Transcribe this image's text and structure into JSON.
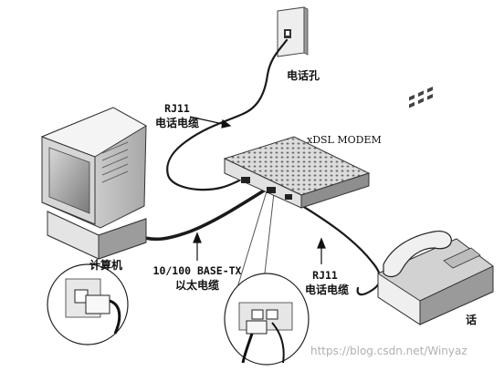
{
  "labels": {
    "phone_jack": "电话孔",
    "rj11_top_line1": "RJ11",
    "rj11_top_line2": "电话电缆",
    "modem": "xDSL MODEM",
    "computer": "计算机",
    "ethernet_line1": "10/100 BASE-TX",
    "ethernet_line2": "以太电缆",
    "rj11_bottom_line1": "RJ11",
    "rj11_bottom_line2": "电话电缆",
    "phone_partial": "话"
  },
  "watermark": {
    "text": "https://blog.csdn.net/Winyaz"
  },
  "colors": {
    "ink": "#111111",
    "cable": "#1a1a1a",
    "device_light": "#e6e6e6",
    "device_shade": "#9a9a9a",
    "device_dark": "#5a5a5a"
  }
}
